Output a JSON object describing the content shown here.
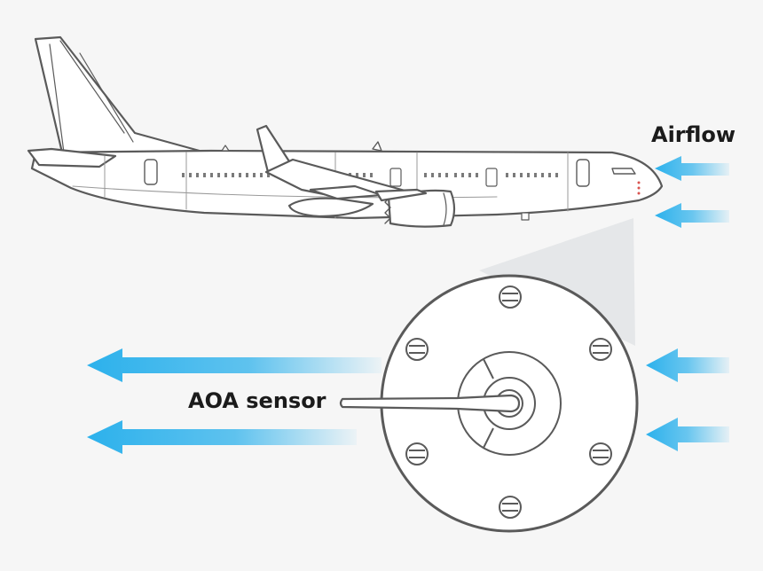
{
  "labels": {
    "airflow": "Airflow",
    "sensor": "AOA sensor"
  },
  "colors": {
    "background": "#f6f6f6",
    "outline": "#5a5a5a",
    "fill": "#ffffff",
    "arrow": "#2cb1ec",
    "text": "#1b1b1b",
    "callout": "#e3e6e8",
    "warning_light": "#d9534f"
  },
  "icons": [
    "airplane-illustration",
    "aoa-sensor-plate",
    "screw-icon",
    "airflow-arrow-icon",
    "sensor-vane-icon"
  ]
}
